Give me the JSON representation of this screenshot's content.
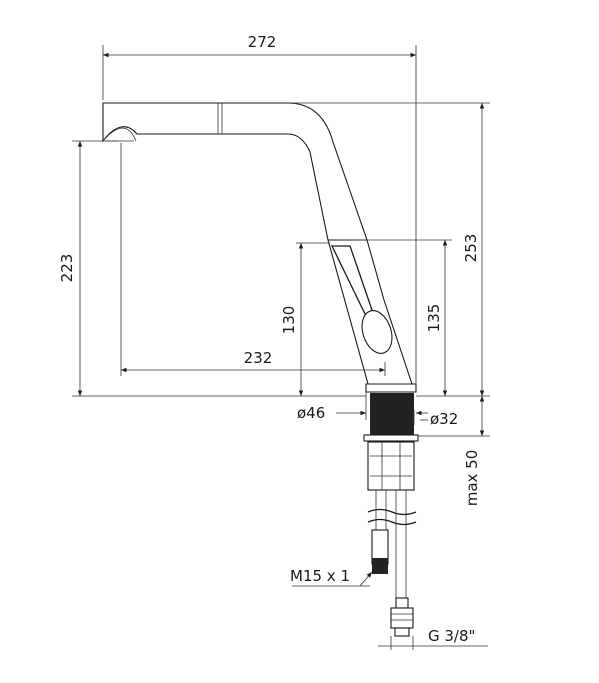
{
  "dimensions": {
    "overall_width": "272",
    "spout_height": "223",
    "overall_height": "253",
    "spout_reach": "232",
    "body_height_left": "130",
    "body_height_right": "135",
    "base_diameter": "ø46",
    "hole_diameter": "ø32",
    "max_deck_thickness": "max 50",
    "hose_thread": "M15 x 1",
    "supply_thread": "G 3/8\""
  },
  "colors": {
    "line": "#1a1a1a",
    "threaded_shank": "#222222",
    "background": "#ffffff"
  }
}
